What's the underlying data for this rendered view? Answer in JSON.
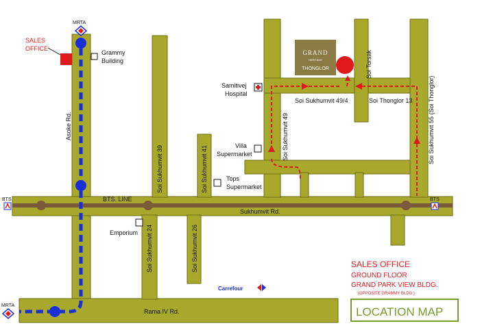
{
  "map": {
    "roads": {
      "asoke": "Asoke Rd.",
      "bts_line": "BTS. LINE",
      "sukhumvit": "Sukhumvit Rd.",
      "rama4": "Rama IV Rd.",
      "soi39": "Soi Sukhumvit 39",
      "soi41": "Soi Sukhumvit 41",
      "soi49": "Soi Sukhumvit 49",
      "soi49_4": "Soi Sukhumvit 49/4",
      "soi_thonglor13": "Soi Thonglor 13",
      "soi_torsak": "Soi Torsak",
      "soi55": "Soi Sukhumvit 55 (Soi Thonglor)",
      "soi24": "Soi Sukhumvit 24",
      "soi26": "Soi Sukhumvit 26"
    },
    "landmarks": {
      "grammy": [
        "Grammy",
        "Building"
      ],
      "samitivej": [
        "Samitivej",
        "Hospital"
      ],
      "villa": [
        "Villa",
        "Supermarket"
      ],
      "tops": [
        "Tops",
        "Supermarket"
      ],
      "emporium": "Emporium",
      "carrefour": "Carrefour"
    },
    "stations": {
      "mrta": "MRTA",
      "bts": "BTS"
    },
    "sales_office_marker": [
      "SALES",
      "OFFICE"
    ],
    "project_logo": [
      "GRAND",
      "HERITAGE",
      "THONGLOR"
    ],
    "sales_info": {
      "title": "SALES OFFICE",
      "line1": "GROUND FLOOR",
      "line2": "GRAND PARK VIEW BLDG.",
      "line3": "(OPPOSITE GRAMMY BLDG.)"
    },
    "map_title": "LOCATION MAP"
  },
  "colors": {
    "road": "#a8a82c",
    "road_edge": "#6e6e14",
    "bts_line": "#7a5a3a",
    "mrt_route": "#1a2fd6",
    "accent_red": "#e0191c",
    "title_text": "#7a9a2a"
  }
}
